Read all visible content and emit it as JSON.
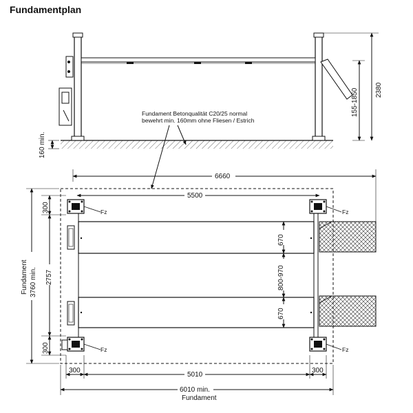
{
  "title": "Fundamentplan",
  "note": {
    "line1": "Fundament Betonqualität C20/25 normal",
    "line2": "bewehrt min. 160mm ohne Fliesen / Estrich"
  },
  "side_view": {
    "dim_160": "160 min.",
    "dim_155_1850": "155-1850",
    "dim_2380": "2380"
  },
  "plan_view": {
    "dim_6660": "6660",
    "dim_5500": "5500",
    "dim_300_top": "300",
    "dim_2757": "2757",
    "dim_300_bottom": "300",
    "dim_fundament_label": "Fundament",
    "dim_3760": "3760 min.",
    "dim_670_top": "670",
    "dim_800_970": "800-970",
    "dim_670_bottom": "670",
    "dim_300_left": "300",
    "dim_5010": "5010",
    "dim_300_right": "300",
    "dim_6010": "6010 min.",
    "dim_6010_label": "Fundament",
    "fz_label": "Fz"
  }
}
